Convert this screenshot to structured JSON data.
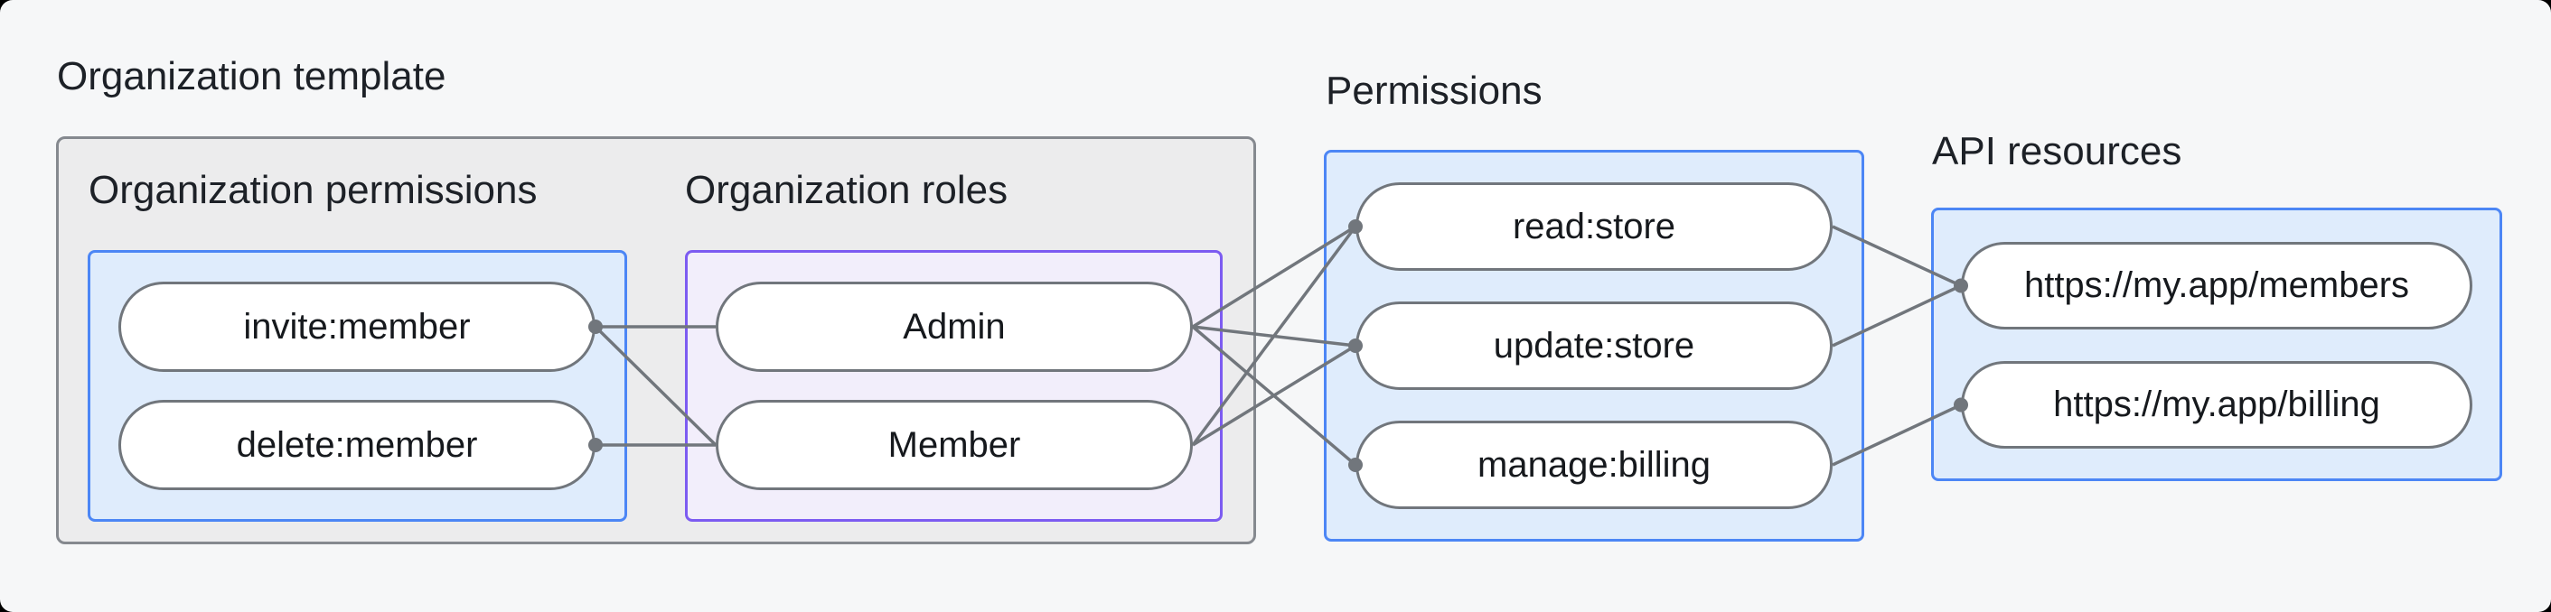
{
  "colors": {
    "canvas_bg": "#f6f7f8",
    "template_box_bg": "#ececed",
    "template_box_border": "#85898f",
    "blue_box_bg": "#dfecfc",
    "blue_box_border": "#4c86f5",
    "purple_box_bg": "#f2eefb",
    "purple_box_border": "#7c5bf1",
    "pill_bg": "#ffffff",
    "pill_border": "#71767c",
    "edge_color": "#71767c",
    "text_color": "#1d2127"
  },
  "diagram": {
    "template_group": {
      "label": "Organization template",
      "permissions_group": {
        "label": "Organization permissions",
        "items": [
          {
            "id": "invite",
            "label": "invite:member"
          },
          {
            "id": "delete",
            "label": "delete:member"
          }
        ]
      },
      "roles_group": {
        "label": "Organization roles",
        "items": [
          {
            "id": "admin",
            "label": "Admin"
          },
          {
            "id": "member",
            "label": "Member"
          }
        ]
      }
    },
    "permissions_group": {
      "label": "Permissions",
      "items": [
        {
          "id": "read",
          "label": "read:store"
        },
        {
          "id": "update",
          "label": "update:store"
        },
        {
          "id": "manage",
          "label": "manage:billing"
        }
      ]
    },
    "api_group": {
      "label": "API resources",
      "items": [
        {
          "id": "members_api",
          "label": "https://my.app/members"
        },
        {
          "id": "billing_api",
          "label": "https://my.app/billing"
        }
      ]
    },
    "edges": [
      {
        "from": "invite",
        "to": "admin"
      },
      {
        "from": "invite",
        "to": "member"
      },
      {
        "from": "delete",
        "to": "member"
      },
      {
        "from": "admin",
        "to": "read"
      },
      {
        "from": "admin",
        "to": "update"
      },
      {
        "from": "admin",
        "to": "manage"
      },
      {
        "from": "member",
        "to": "read"
      },
      {
        "from": "member",
        "to": "update"
      },
      {
        "from": "read",
        "to": "members_api"
      },
      {
        "from": "update",
        "to": "members_api"
      },
      {
        "from": "manage",
        "to": "billing_api"
      }
    ]
  }
}
